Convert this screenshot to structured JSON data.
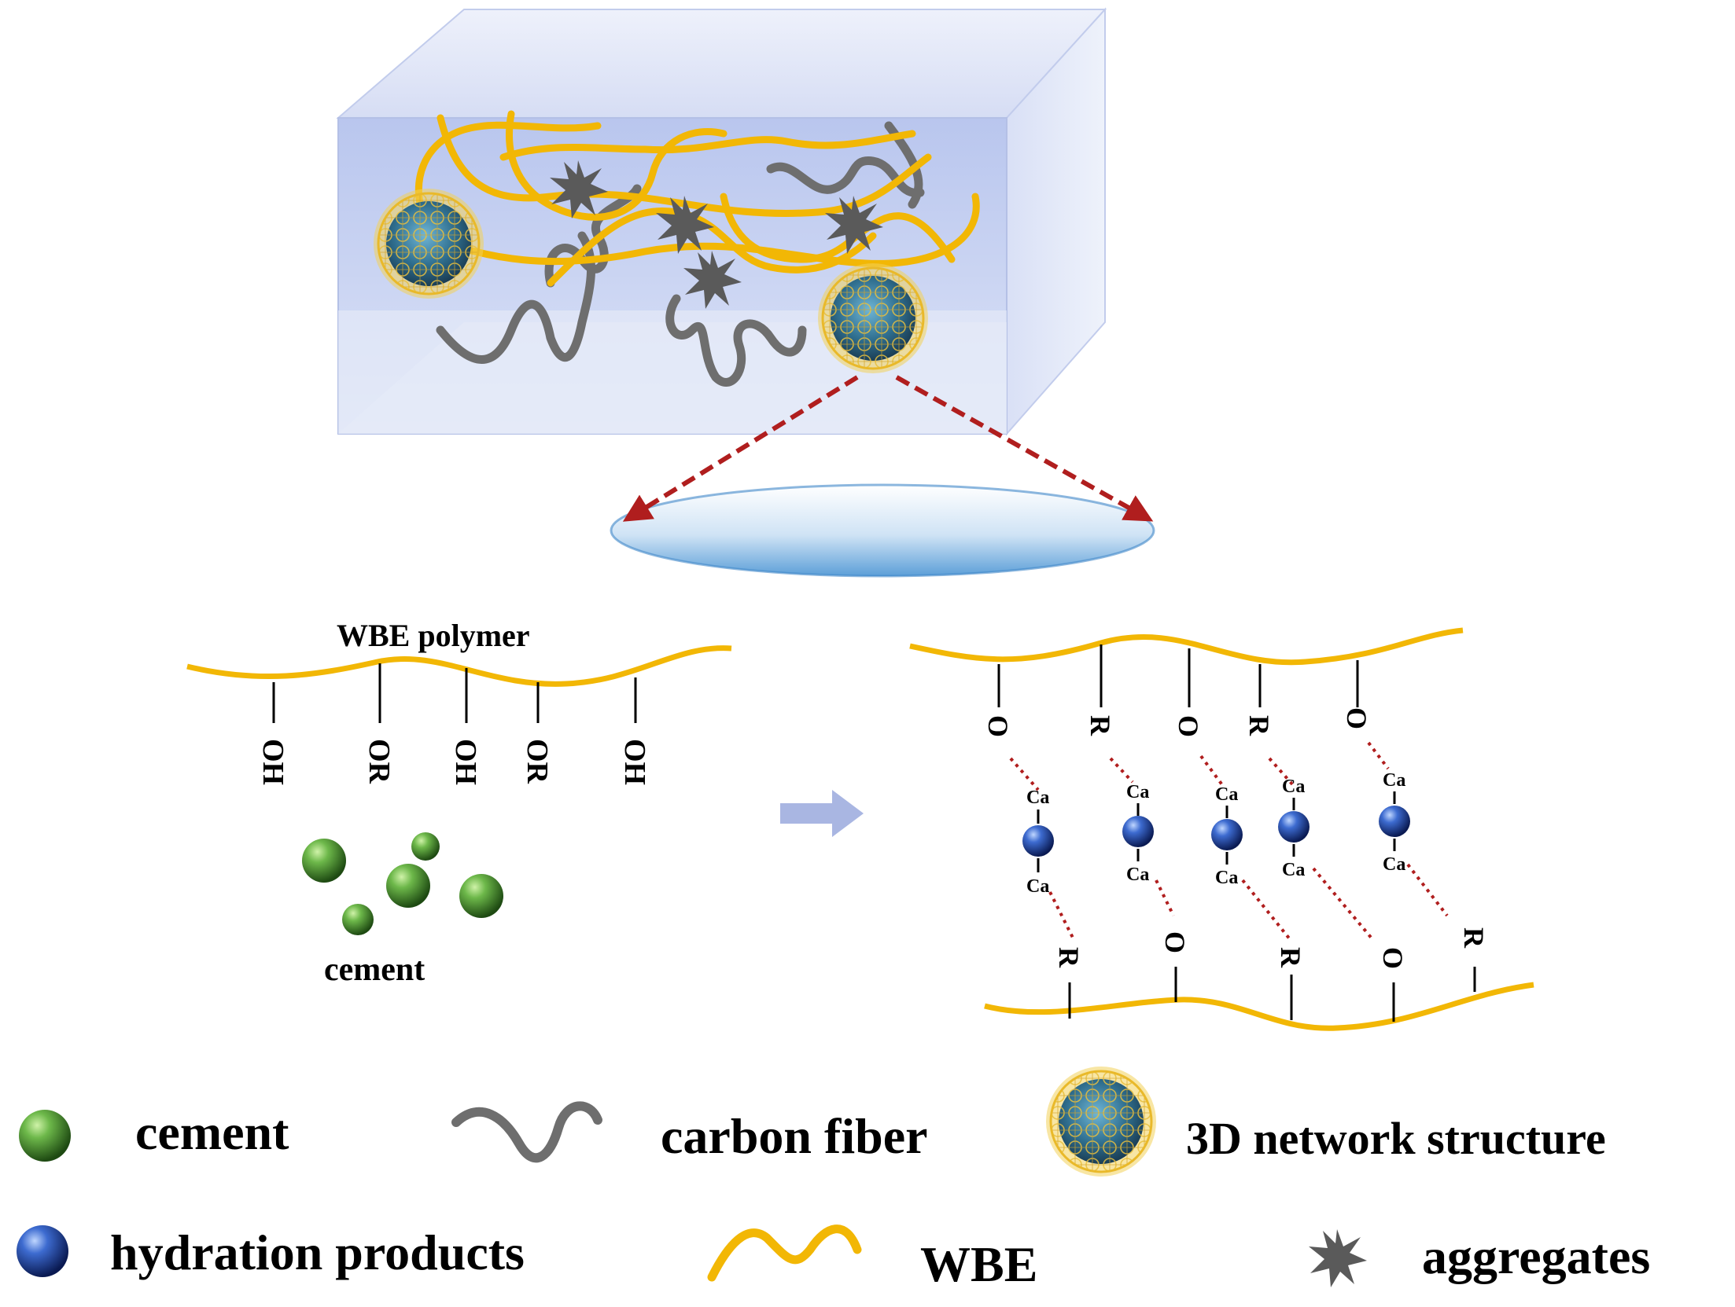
{
  "colors": {
    "wbe": "#F2B705",
    "carbon_fiber": "#6E6E6E",
    "aggregate": "#5A5A5A",
    "cement_green": "#3E8A2C",
    "hydration_blue": "#1D3F96",
    "arrow_red": "#B01E1E",
    "block_face": "#C9D3F0",
    "process_arrow": "#A9B6E2"
  },
  "left_panel": {
    "title": "WBE polymer",
    "groups": [
      "OH",
      "OR",
      "OH",
      "OR",
      "OH"
    ],
    "cement_label": "cement"
  },
  "right_panel": {
    "top_groups": [
      "O",
      "R",
      "O",
      "R",
      "O"
    ],
    "bottom_groups": [
      "R",
      "O",
      "R",
      "O",
      "R"
    ],
    "ca_label": "Ca"
  },
  "legend": [
    {
      "label": "cement",
      "icon": "green-sphere-icon"
    },
    {
      "label": "carbon fiber",
      "icon": "gray-wave-icon"
    },
    {
      "label": "3D network structure",
      "icon": "network-sphere-icon"
    },
    {
      "label": "hydration products",
      "icon": "blue-sphere-icon"
    },
    {
      "label": "WBE",
      "icon": "yellow-wave-icon"
    },
    {
      "label": "aggregates",
      "icon": "star-burst-icon"
    }
  ]
}
